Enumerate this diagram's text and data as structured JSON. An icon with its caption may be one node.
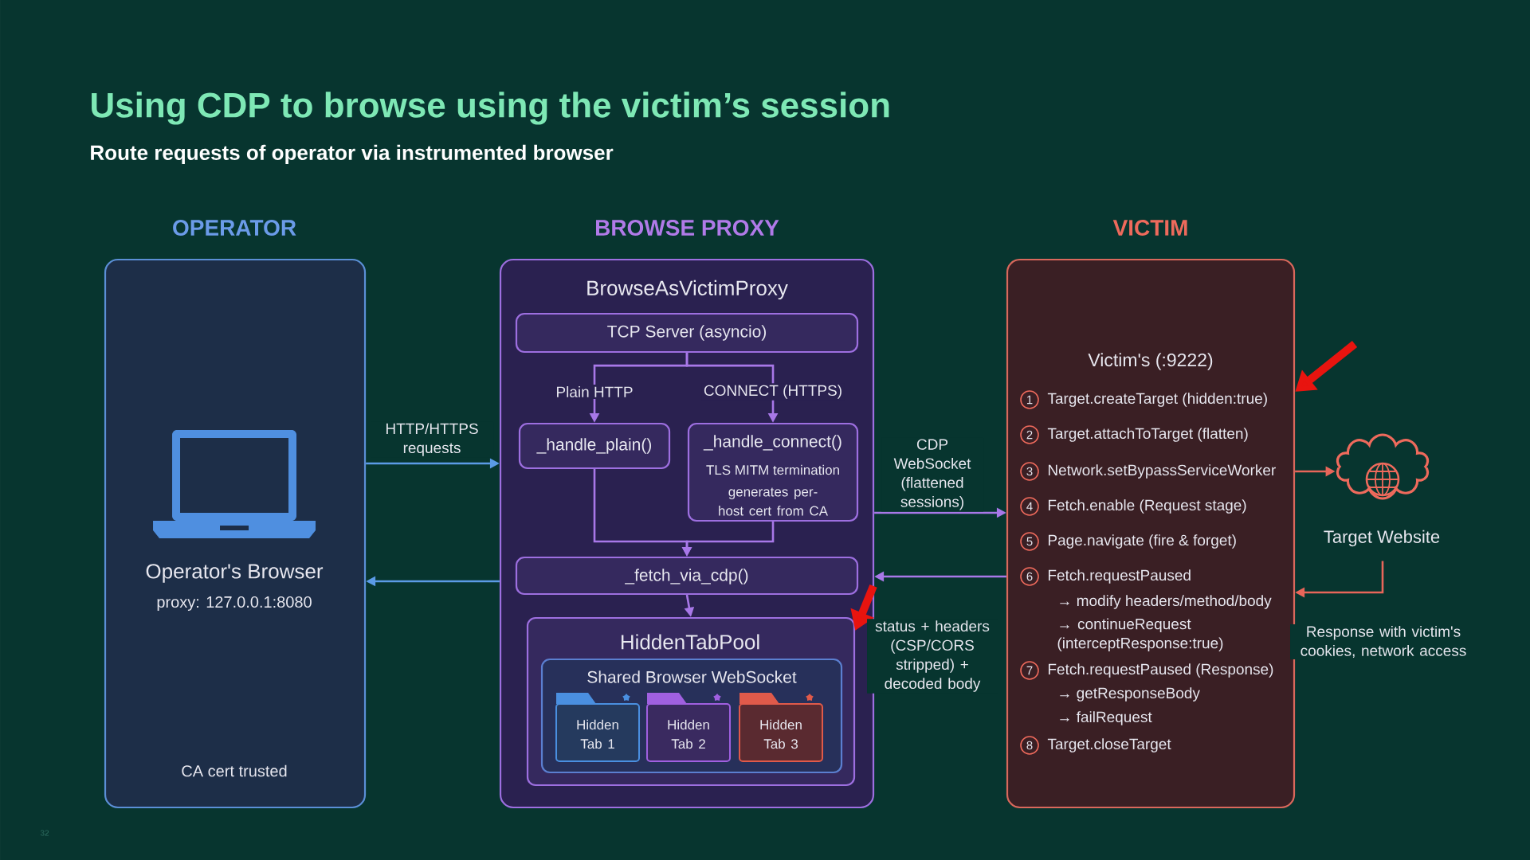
{
  "diagram": {
    "title": "Using CDP to browse using the victim’s session",
    "nodes": [
      {
        "text": [
          "OPERATOR",
          "Operator's Browser",
          "proxy: 127.0.0.1:8080",
          "CA cert trusted"
        ]
      },
      {
        "text": [
          "BROWSE PROXY",
          "BrowseAsVictimProxy"
        ]
      },
      {
        "text": [
          "TCP Server (asyncio)"
        ],
        "in": 1
      },
      {
        "text": [
          "_handle_plain()"
        ],
        "in": 1
      },
      {
        "text": [
          "_handle_connect()",
          "TLS MITM termination",
          "generates per-host cert from CA"
        ],
        "in": 1
      },
      {
        "text": [
          "_fetch_via_cdp()"
        ],
        "in": 1
      },
      {
        "text": [
          "HiddenTabPool"
        ],
        "in": 1
      },
      {
        "text": [
          "Shared Browser WebSocket"
        ],
        "in": 6
      },
      {
        "text": [
          "Hidden Tab 1"
        ],
        "in": 7
      },
      {
        "text": [
          "Hidden Tab 2"
        ],
        "in": 7
      },
      {
        "text": [
          "Hidden Tab 3"
        ],
        "in": 7
      },
      {
        "text": [
          "VICTIM",
          "Victim's (:9222)"
        ]
      },
      {
        "text": [
          "Target Website"
        ]
      }
    ],
    "edges": [
      {
        "from": 0,
        "to": 1,
        "arrow": "to",
        "label": "HTTP/HTTPS requests",
        "color": "#5b9be6"
      },
      {
        "from": 2,
        "to": 3,
        "arrow": "to",
        "label": "Plain HTTP"
      },
      {
        "from": 2,
        "to": 4,
        "arrow": "to",
        "label": "CONNECT (HTTPS)"
      },
      {
        "from": 3,
        "to": 5,
        "arrow": "to"
      },
      {
        "from": 4,
        "to": 5,
        "arrow": "to"
      },
      {
        "from": 5,
        "to": 6,
        "arrow": "to"
      },
      {
        "from": 1,
        "to": 11,
        "arrow": "to",
        "label": "CDP WebSocket (flattened sessions)"
      },
      {
        "from": 11,
        "to": 1,
        "arrow": "to",
        "label": "status + headers (CSP/CORS stripped) + decoded body"
      },
      {
        "from": 1,
        "to": 0,
        "arrow": "to",
        "color": "#5b9be6"
      },
      {
        "from": 11,
        "to": 12,
        "arrow": "to",
        "color": "#e8665a"
      },
      {
        "from": 12,
        "to": 11,
        "arrow": "to",
        "label": "Response with victim's cookies, network access",
        "color": "#e8665a"
      },
      {
        "from": null,
        "to": 11,
        "arrow": "to",
        "style": "thick",
        "color": "#e8140f"
      },
      {
        "from": null,
        "to": 6,
        "arrow": "to",
        "style": "thick",
        "color": "#e8140f"
      }
    ],
    "labels": [
      "Route requests of operator via instrumented browser",
      "1",
      "Target.createTarget (hidden:true)",
      "2",
      "Target.attachToTarget (flatten)",
      "3",
      "Network.setBypassServiceWorker",
      "4",
      "Fetch.enable (Request stage)",
      "5",
      "Page.navigate (fire & forget)",
      "6",
      "Fetch.requestPaused",
      "→ modify headers/method/body",
      "→ continueRequest (interceptResponse:true)",
      "7",
      "Fetch.requestPaused (Response)",
      "→ getResponseBody",
      "→ failRequest",
      "8",
      "Target.closeTarget",
      "32"
    ]
  }
}
